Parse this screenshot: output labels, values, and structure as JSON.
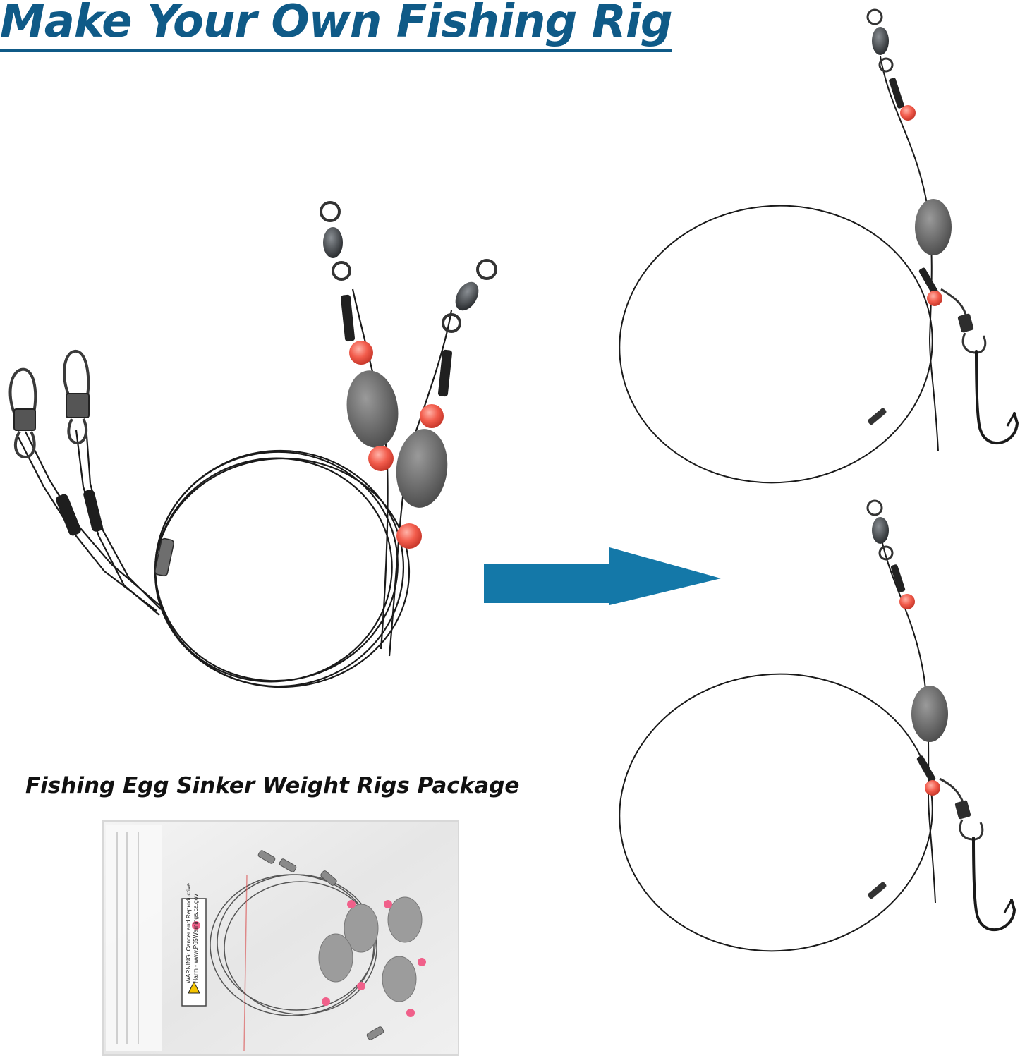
{
  "title": "Make Your Own Fishing Rig",
  "caption": "Fishing Egg Sinker Weight Rigs Package",
  "package_label": {
    "line1": "WARNING: Cancer and Reproductive",
    "line2": "Harm - www.P65Warnings.ca.gov"
  },
  "colors": {
    "title": "#0f5a87",
    "arrow": "#1478a8",
    "bead": "#f25c4c",
    "sinker": "#6d6d6d",
    "wire": "#1a1a1a"
  },
  "icons": [
    "arrow-right-icon",
    "warning-triangle-icon"
  ]
}
